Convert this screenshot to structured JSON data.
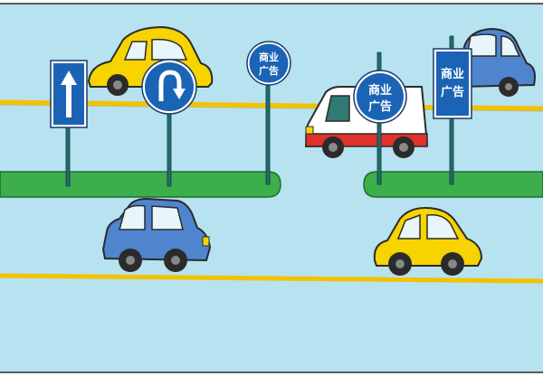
{
  "scene": {
    "sky_color": "#b7e2f0",
    "road_line_color": "#f2c200",
    "grass_color": "#3cae4b",
    "sign_blue": "#1b63b5",
    "pole_color": "#1e6e70"
  },
  "signs": {
    "straight_ahead": {
      "icon": "straight-arrow-icon"
    },
    "u_turn": {
      "icon": "u-turn-icon"
    },
    "ad_round_left": {
      "line1": "商业",
      "line2": "广告"
    },
    "ad_round_right": {
      "line1": "商业",
      "line2": "广告"
    },
    "ad_square": {
      "line1": "商业",
      "line2": "广告"
    }
  },
  "vehicles": {
    "yellow_car_top": {
      "color": "#f7d300"
    },
    "blue_car_top": {
      "color": "#4f85cf"
    },
    "white_van": {
      "color": "#ffffff",
      "stripe": "#e0312c"
    },
    "blue_car_bottom": {
      "color": "#4f85cf"
    },
    "yellow_car_bottom": {
      "color": "#f7d300"
    }
  }
}
